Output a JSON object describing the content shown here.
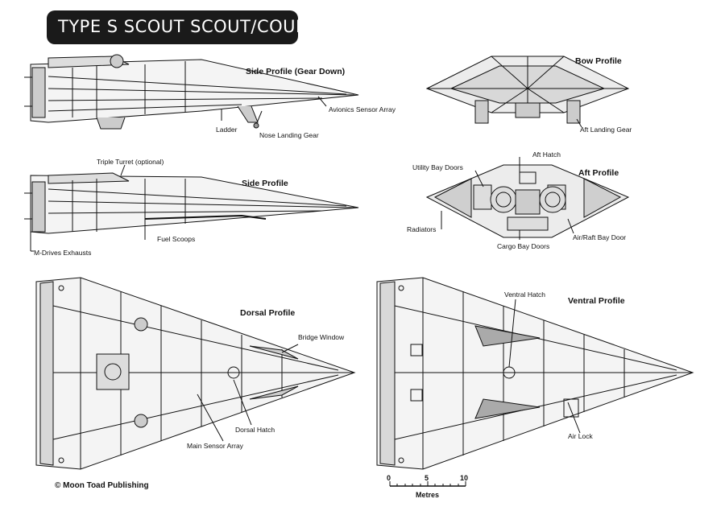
{
  "title": "TYPE S SCOUT SCOUT/COURIER",
  "views": {
    "side_gear": "Side Profile (Gear Down)",
    "bow": "Bow Profile",
    "side": "Side Profile",
    "aft": "Aft Profile",
    "dorsal": "Dorsal Profile",
    "ventral": "Ventral Profile"
  },
  "callouts": {
    "avionics": "Avionics Sensor Array",
    "ladder": "Ladder",
    "nose_gear": "Nose Landing Gear",
    "aft_gear": "Aft Landing Gear",
    "turret": "Triple Turret (optional)",
    "fuel_scoops": "Fuel Scoops",
    "m_drives": "M-Drives Exhausts",
    "utility_bay": "Utility Bay Doors",
    "aft_hatch": "Aft Hatch",
    "radiators": "Radiators",
    "cargo_bay": "Cargo Bay Doors",
    "air_raft": "Air/Raft Bay Door",
    "bridge_window": "Bridge Window",
    "dorsal_hatch": "Dorsal Hatch",
    "main_sensor": "Main Sensor Array",
    "ventral_hatch": "Ventral Hatch",
    "air_lock": "Air Lock"
  },
  "scale": {
    "ticks": [
      "0",
      "5",
      "10"
    ],
    "unit": "Metres"
  },
  "copyright": "© Moon Toad Publishing"
}
